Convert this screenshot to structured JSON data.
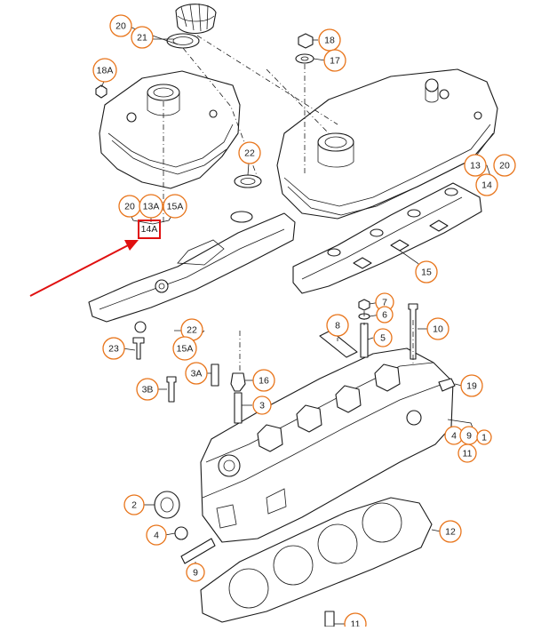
{
  "diagram": {
    "colors": {
      "callout_border": "#e8741a",
      "highlight_box": "#e01010",
      "arrow": "#e01010",
      "line": "#1a1a1a"
    },
    "highlighted_label": "14A",
    "callouts": [
      {
        "id": "c20a",
        "label": "20"
      },
      {
        "id": "c21",
        "label": "21"
      },
      {
        "id": "c18",
        "label": "18"
      },
      {
        "id": "c17",
        "label": "17"
      },
      {
        "id": "c18A",
        "label": "18A"
      },
      {
        "id": "c22a",
        "label": "22"
      },
      {
        "id": "c20b",
        "label": "20"
      },
      {
        "id": "c13A",
        "label": "13A"
      },
      {
        "id": "c15Aa",
        "label": "15A"
      },
      {
        "id": "c13",
        "label": "13"
      },
      {
        "id": "c20c",
        "label": "20"
      },
      {
        "id": "c14",
        "label": "14"
      },
      {
        "id": "c15",
        "label": "15"
      },
      {
        "id": "c7",
        "label": "7"
      },
      {
        "id": "c6",
        "label": "6"
      },
      {
        "id": "c8",
        "label": "8"
      },
      {
        "id": "c5",
        "label": "5"
      },
      {
        "id": "c10",
        "label": "10"
      },
      {
        "id": "c22b",
        "label": "22"
      },
      {
        "id": "c15Ab",
        "label": "15A"
      },
      {
        "id": "c23",
        "label": "23"
      },
      {
        "id": "c3A",
        "label": "3A"
      },
      {
        "id": "c16",
        "label": "16"
      },
      {
        "id": "c3B",
        "label": "3B"
      },
      {
        "id": "c3",
        "label": "3"
      },
      {
        "id": "c19",
        "label": "19"
      },
      {
        "id": "c4a",
        "label": "4"
      },
      {
        "id": "c9a",
        "label": "9"
      },
      {
        "id": "c1",
        "label": "1"
      },
      {
        "id": "c11a",
        "label": "11"
      },
      {
        "id": "c2",
        "label": "2"
      },
      {
        "id": "c4b",
        "label": "4"
      },
      {
        "id": "c12",
        "label": "12"
      },
      {
        "id": "c9b",
        "label": "9"
      },
      {
        "id": "c11b",
        "label": "11"
      }
    ]
  }
}
